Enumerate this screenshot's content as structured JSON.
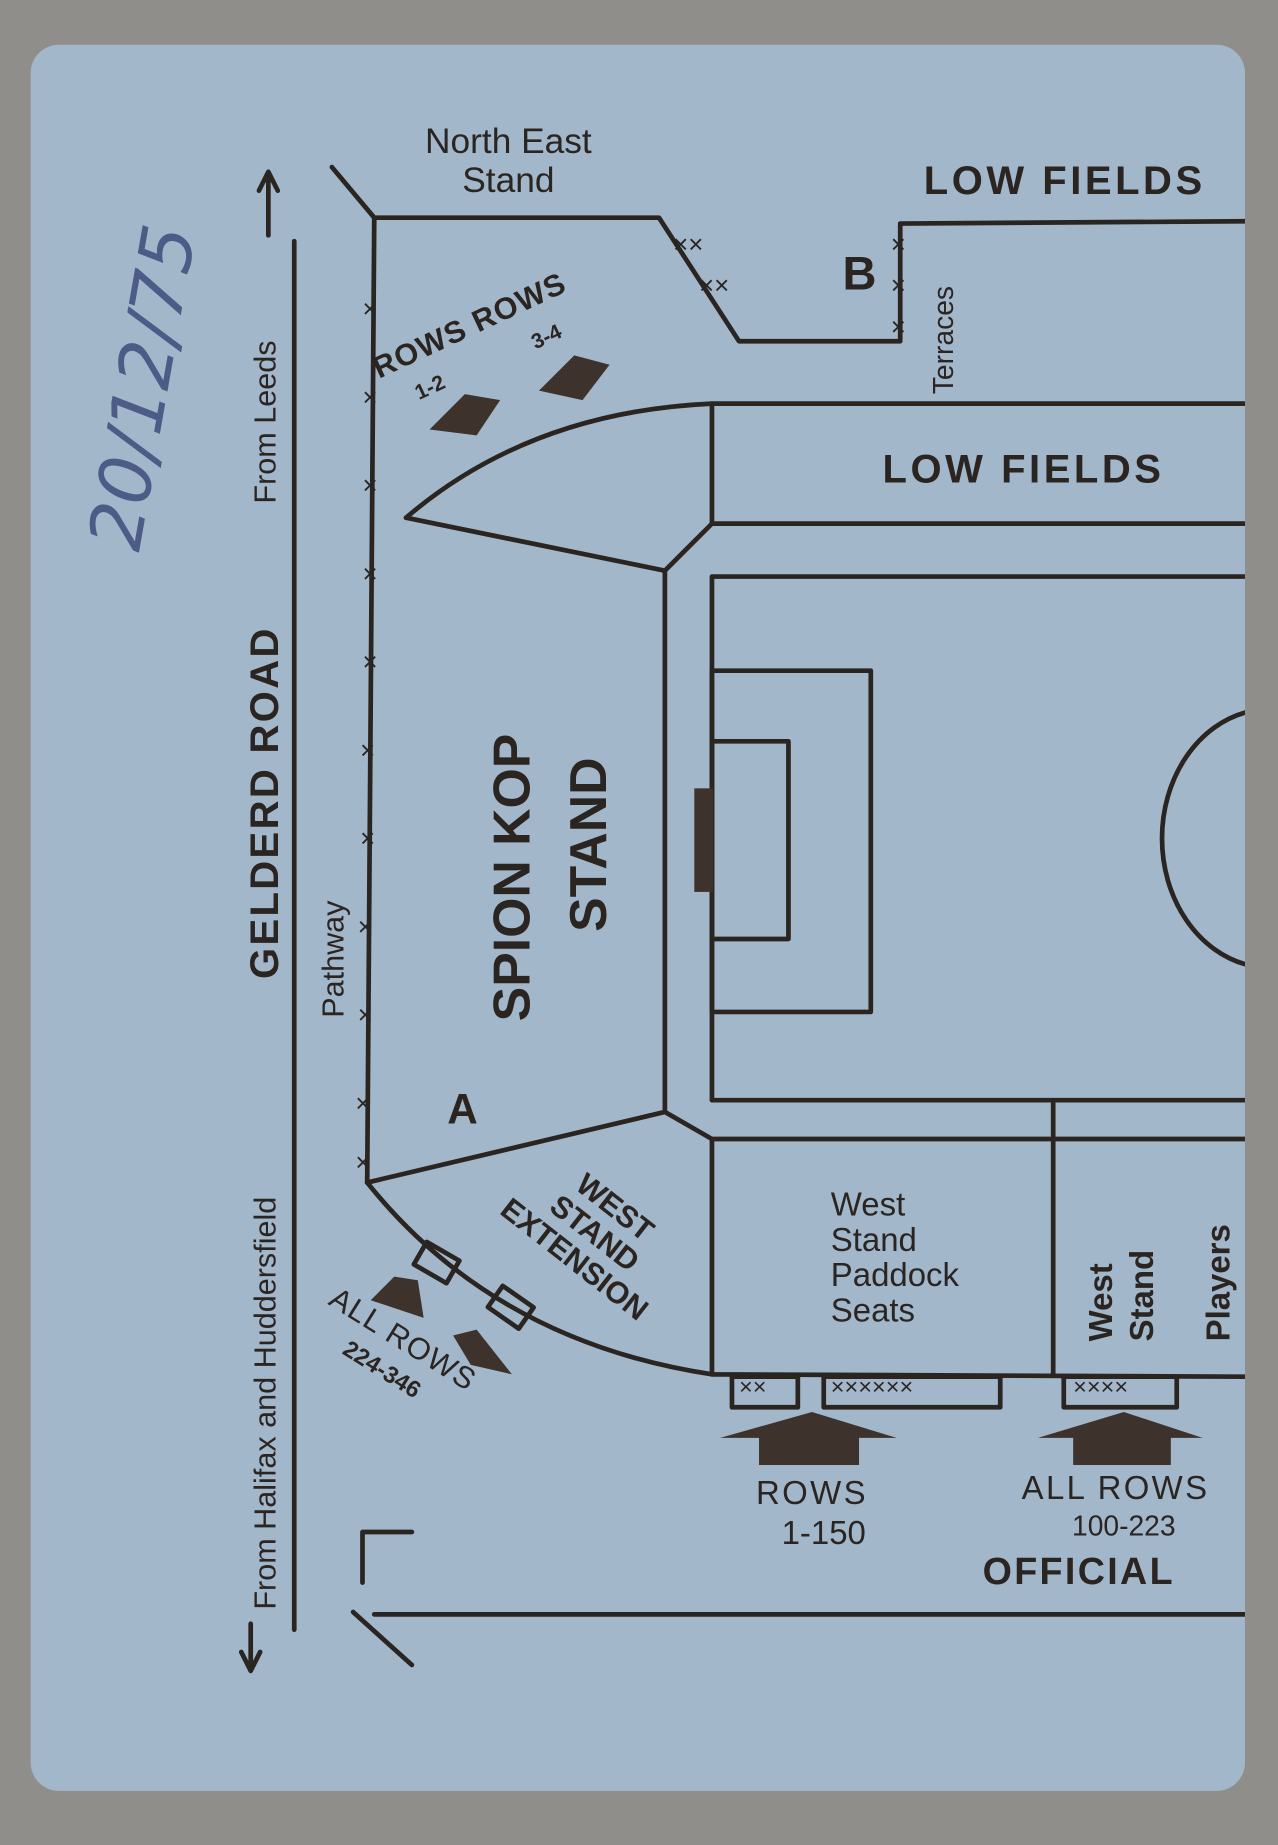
{
  "ticket": {
    "handwritten_date": "20/12/75",
    "colors": {
      "ticket": "#a3b7cb",
      "ink": "#2b2522",
      "background": "#8f8e8a",
      "handwriting": "#4d5c86"
    }
  },
  "roads": {
    "from_halifax": "From Halifax and Huddersfield",
    "road_name": "GELDERD ROAD",
    "from_leeds": "From Leeds",
    "pathway": "Pathway"
  },
  "stands": {
    "north_east_line1": "North East",
    "north_east_line2": "Stand",
    "low_fields_top": "LOW FIELDS",
    "low_fields_stand": "LOW FIELDS",
    "terraces": "Terraces",
    "entrance_b": "B",
    "entrance_a": "A",
    "spion_kop_line1": "SPION KOP",
    "spion_kop_line2": "STAND",
    "west_ext_line1": "WEST",
    "west_ext_line2": "STAND",
    "west_ext_line3": "EXTENSION",
    "paddock_line1": "West",
    "paddock_line2": "Stand",
    "paddock_line3": "Paddock",
    "paddock_line4": "Seats",
    "west_stand_line1": "West",
    "west_stand_line2": "Stand",
    "players": "Players",
    "official": "OFFICIAL"
  },
  "entrances": {
    "rows_rows": "ROWS ROWS",
    "rows_1_2": "1-2",
    "rows_3_4": "3-4",
    "all_rows_sw": "ALL ROWS",
    "all_rows_sw_range": "224-346",
    "rows_bottom": "ROWS",
    "rows_bottom_range": "1-150",
    "all_rows_bottom": "ALL ROWS",
    "all_rows_bottom_range": "100-223"
  }
}
